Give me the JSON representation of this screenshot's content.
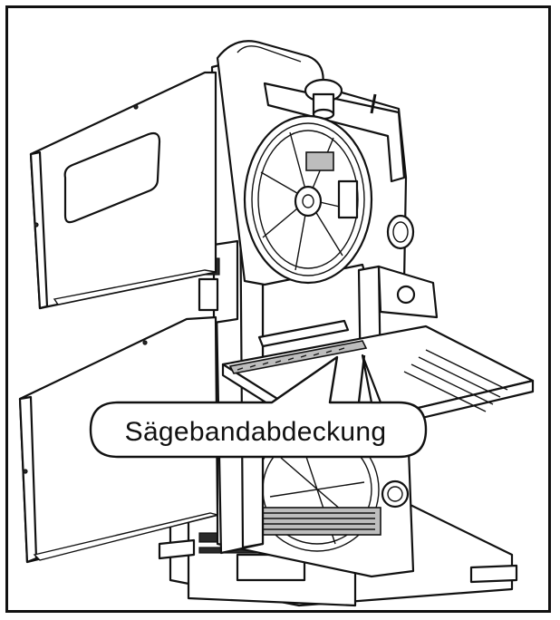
{
  "callout": {
    "label": "Sägebandabdeckung"
  },
  "colors": {
    "line": "#111111",
    "fill": "#ffffff",
    "shade": "#bdbdbd"
  },
  "icons": [
    "bandsaw-illustration",
    "callout-bubble"
  ]
}
